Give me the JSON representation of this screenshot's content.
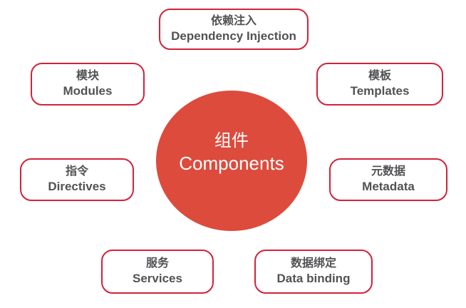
{
  "diagram": {
    "title_semantic": "components-architecture-diagram",
    "center": {
      "zh": "组件",
      "en": "Components"
    },
    "nodes": [
      {
        "id": "dependency-injection",
        "zh": "依赖注入",
        "en": "Dependency Injection"
      },
      {
        "id": "modules",
        "zh": "模块",
        "en": "Modules"
      },
      {
        "id": "templates",
        "zh": "模板",
        "en": "Templates"
      },
      {
        "id": "directives",
        "zh": "指令",
        "en": "Directives"
      },
      {
        "id": "metadata",
        "zh": "元数据",
        "en": "Metadata"
      },
      {
        "id": "services",
        "zh": "服务",
        "en": "Services"
      },
      {
        "id": "data-binding",
        "zh": "数据绑定",
        "en": "Data binding"
      }
    ],
    "colors": {
      "circle_fill": "#dd4b3c",
      "box_border": "#d32239",
      "box_text": "#525255",
      "circle_text": "#ffffff",
      "background": "#ffffff"
    }
  }
}
